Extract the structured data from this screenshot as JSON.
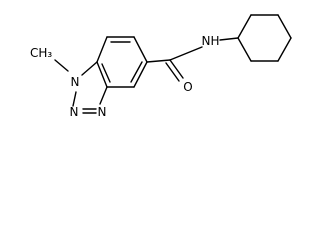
{
  "molecule": {
    "atom_labels": {
      "methyl": "CH₃",
      "n1": "N",
      "n2": "N",
      "n3": "N",
      "amide_n": "N",
      "amide_h": "H",
      "oxygen": "O"
    }
  },
  "colors": {
    "bond": "#000000",
    "label": "#000000",
    "background": "#ffffff"
  }
}
